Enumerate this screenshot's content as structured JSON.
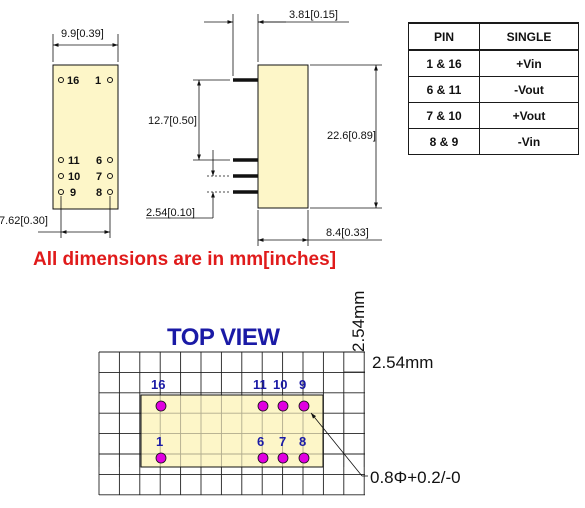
{
  "front_view": {
    "width_label": "9.9[0.39]",
    "pitch_label": "7.62[0.30]",
    "pin_numbers": {
      "p16": "16",
      "p1": "1",
      "p11": "11",
      "p6": "6",
      "p10": "10",
      "p7": "7",
      "p9": "9",
      "p8": "8"
    }
  },
  "side_view": {
    "lead_length_label": "3.81[0.15]",
    "height_label": "22.6[0.89]",
    "pin_span_label": "12.7[0.50]",
    "pin_pitch_label": "2.54[0.10]",
    "thickness_label": "8.4[0.33]"
  },
  "pin_table": {
    "headers": [
      "PIN",
      "SINGLE"
    ],
    "rows": [
      [
        "1 & 16",
        "+Vin"
      ],
      [
        "6 & 11",
        "-Vout"
      ],
      [
        "7 & 10",
        "+Vout"
      ],
      [
        "8 & 9",
        "-Vin"
      ]
    ]
  },
  "note": "All dimensions are in mm[inches]",
  "top_view": {
    "title": "TOP VIEW",
    "grid_pitch_label": "2.54mm",
    "grid_pitch_vertical_label": "2.54mm",
    "hole_label": "0.8Φ+0.2/-0",
    "pin_labels": {
      "p16": "16",
      "p1": "1",
      "p11": "11",
      "p10": "10",
      "p9": "9",
      "p6": "6",
      "p7": "7",
      "p8": "8"
    }
  },
  "colors": {
    "body_fill": "#fdf6c8",
    "pin_dot": "#e000e0",
    "accent_blue": "#1a1aa6",
    "note_red": "#e01b1b"
  }
}
